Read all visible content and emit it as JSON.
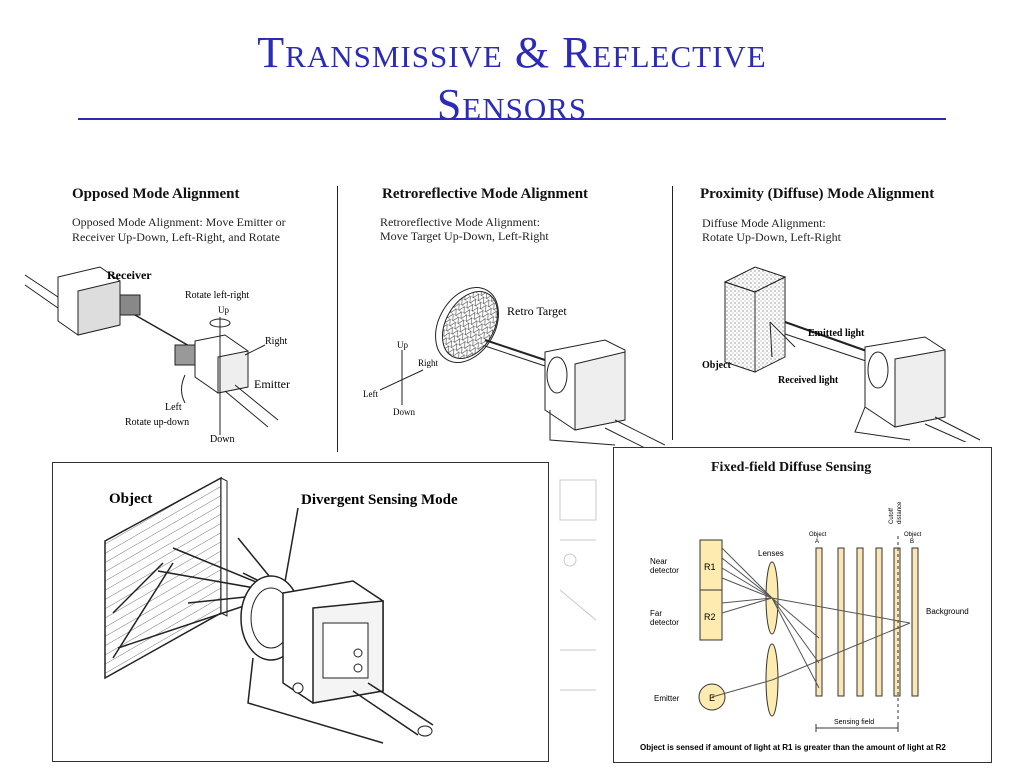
{
  "title": {
    "line1": "Transmissive & Reflective",
    "line2": "Sensors"
  },
  "opposed": {
    "heading": "Opposed Mode Alignment",
    "desc1": "Opposed Mode Alignment:  Move Emitter or",
    "desc2": "Receiver Up-Down, Left-Right, and Rotate",
    "labels": {
      "receiver": "Receiver",
      "rotate_lr": "Rotate left-right",
      "up": "Up",
      "right": "Right",
      "emitter": "Emitter",
      "left": "Left",
      "rotate_ud": "Rotate up-down",
      "down": "Down"
    }
  },
  "retro": {
    "heading": "Retroreflective Mode Alignment",
    "desc1": "Retroreflective Mode Alignment:",
    "desc2": "Move Target Up-Down, Left-Right",
    "labels": {
      "target": "Retro Target",
      "up": "Up",
      "right": "Right",
      "left": "Left",
      "down": "Down"
    }
  },
  "proximity": {
    "heading": "Proximity (Diffuse) Mode Alignment",
    "desc1": "Diffuse Mode Alignment:",
    "desc2": "Rotate Up-Down, Left-Right",
    "labels": {
      "emitted": "Emitted light",
      "object": "Object",
      "received": "Received light"
    }
  },
  "divergent": {
    "object": "Object",
    "mode": "Divergent Sensing Mode"
  },
  "fixed": {
    "heading": "Fixed-field Diffuse Sensing",
    "near1": "Near",
    "near2": "detector",
    "far1": "Far",
    "far2": "detector",
    "r1": "R1",
    "r2": "R2",
    "lenses": "Lenses",
    "emitter": "Emitter",
    "e": "E",
    "objA1": "Object",
    "objA2": "A",
    "objB1": "Object",
    "objB2": "B",
    "cutoff1": "Cutoff",
    "cutoff2": "distance",
    "background": "Background",
    "field": "Sensing field",
    "caption": "Object is sensed if amount of light at R1 is greater than the amount of light at R2"
  },
  "colors": {
    "title": "#2b2bb8",
    "bars": "#fbe7b5",
    "detector": "#fdebb0"
  }
}
